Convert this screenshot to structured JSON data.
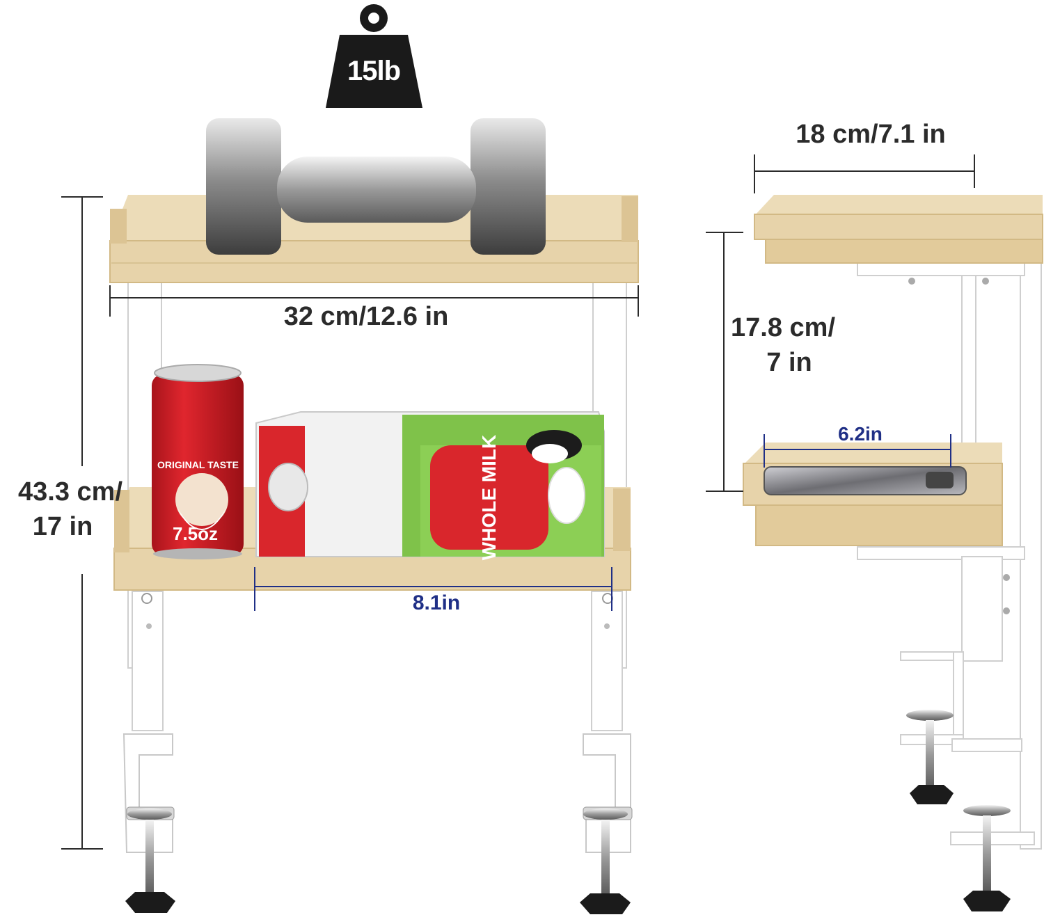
{
  "weight": {
    "label": "15lb"
  },
  "front_view": {
    "width_label": "32 cm/12.6 in",
    "height_label_line1": "43.3 cm/",
    "height_label_line2": "17 in",
    "lower_depth_label": "8.1in"
  },
  "side_view": {
    "depth_label": "18 cm/7.1 in",
    "gap_label_line1": "17.8 cm/",
    "gap_label_line2": "7 in",
    "lower_depth_label": "6.2in"
  },
  "can": {
    "tagline": "ORIGINAL TASTE",
    "size": "7.5oz"
  },
  "carton": {
    "label": "WHOLE MILK"
  },
  "colors": {
    "wood": "#e7d3aa",
    "wood_dark": "#d9c08e",
    "frame": "#ffffff",
    "frame_edge": "#cfcfcf",
    "dimension_line": "#2b2b2b",
    "dimension_blue": "#1f2f86",
    "can_red": "#d3232b",
    "carton_green": "#7fc24a"
  }
}
